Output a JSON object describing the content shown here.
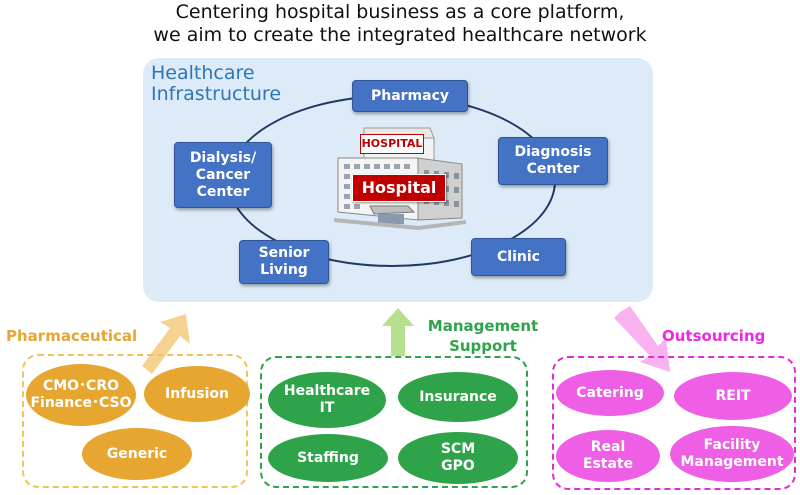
{
  "headline": {
    "line1": "Centering hospital business as a core platform,",
    "line2": "we aim to create the integrated healthcare network"
  },
  "infrastructure": {
    "label_line1": "Healthcare",
    "label_line2": "Infrastructure",
    "nodes": {
      "pharmacy": "Pharmacy",
      "diagnosis": "Diagnosis\nCenter",
      "clinic": "Clinic",
      "senior": "Senior\nLiving",
      "dialysis": "Dialysis/\nCancer\nCenter"
    },
    "hospital": {
      "sign_text": "HOSPITAL",
      "label": "Hospital"
    }
  },
  "categories": {
    "pharmaceutical": {
      "label": "Pharmaceutical",
      "color": "#e6a630",
      "items": [
        "CMO･CRO\nFinance･CSO",
        "Infusion",
        "Generic"
      ]
    },
    "management": {
      "label": "Management\nSupport",
      "color": "#2ea34a",
      "items": [
        "Healthcare\nIT",
        "Insurance",
        "Staffing",
        "SCM\nGPO"
      ]
    },
    "outsourcing": {
      "label": "Outsourcing",
      "color": "#ef27e0",
      "items": [
        "Catering",
        "REIT",
        "Real\nEstate",
        "Facility\nManagement"
      ]
    }
  },
  "colors": {
    "infra_bg": "#dcebf7",
    "node_blue": "#4472c4",
    "ring": "#1f3864",
    "hospital_red": "#c00000"
  }
}
